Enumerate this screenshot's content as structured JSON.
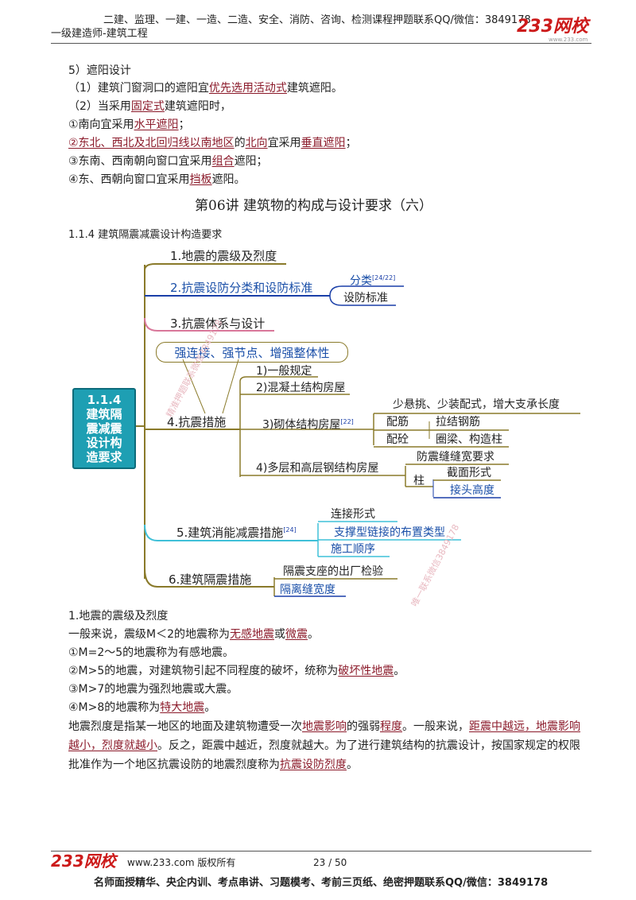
{
  "header": {
    "promo": "二建、监理、一建、一造、二造、安全、消防、咨询、检测课程押题联系QQ/微信：3849178",
    "subject": "一级建造师-建筑工程",
    "logo_text": "233网校",
    "logo_sub": "www.233.com"
  },
  "shading": {
    "heading": "5）遮阳设计",
    "line1_pre": "（1）建筑门窗洞口的遮阳宜",
    "line1_u": "优先选用活动式",
    "line1_post": "建筑遮阳。",
    "line2_pre": "（2）当采用",
    "line2_u": "固定式",
    "line2_post": "建筑遮阳时，",
    "item1_pre": "①南向宜采用",
    "item1_u": "水平遮阳",
    "item1_post": "；",
    "item2_u1": "②东北、西北及北回归线以南地区",
    "item2_mid": "的",
    "item2_u2": "北向",
    "item2_mid2": "宜采用",
    "item2_u3": "垂直遮阳",
    "item2_post": "；",
    "item3_pre": "③东南、西南朝向窗口宜采用",
    "item3_u": "组合",
    "item3_post": "遮阳；",
    "item4_pre": "④东、西朝向窗口宜采用",
    "item4_u": "挡板",
    "item4_post": "遮阳。"
  },
  "lecture_title": "第06讲  建筑物的构成与设计要求（六）",
  "section_title": "1.1.4 建筑隔震减震设计构造要求",
  "mindmap": {
    "root": "1.1.4\n建筑隔\n震减震\n设计构\n造要求",
    "n1": "1.地震的震级及烈度",
    "n2": "2.抗震设防分类和设防标准",
    "n2a": "分类",
    "n2a_sup": "[24/22]",
    "n2b": "设防标准",
    "n3": "3.抗震体系与设计",
    "n4_bubble": "强连接、强节点、增强整体性",
    "n4": "4.抗震措施",
    "n4a": "1)一般规定",
    "n4b": "2)混凝土结构房屋",
    "n4c": "3)砌体结构房屋",
    "n4c_sup": "[22]",
    "n4c1": "少悬挑、少装配式，增大支承长度",
    "n4c2a": "配筋",
    "n4c2b": "拉结钢筋",
    "n4c3a": "配砼",
    "n4c3b": "圈梁、构造柱",
    "n4d": "4)多层和高层钢结构房屋",
    "n4d1": "防震缝缝宽要求",
    "n4d2": "柱",
    "n4d2a": "截面形式",
    "n4d2b": "接头高度",
    "n5": "5.建筑消能减震措施",
    "n5_sup": "[24]",
    "n5a": "连接形式",
    "n5b": "支撑型链接的布置类型",
    "n5c": "施工顺序",
    "n6": "6.建筑隔震措施",
    "n6a": "隔震支座的出厂检验",
    "n6b": "隔离缝宽度"
  },
  "eq": {
    "heading": "1.地震的震级及烈度",
    "l1_pre": "一般来说，震级M＜2的地震称为",
    "l1_u1": "无感地震",
    "l1_mid": "或",
    "l1_u2": "微震",
    "l1_post": "。",
    "l2": "①M=2～5的地震称为有感地震。",
    "l3_pre": "②M>5的地震，对建筑物引起不同程度的破坏，统称为",
    "l3_u": "破坏性地震",
    "l3_post": "。",
    "l4": "③M>7的地震为强烈地震或大震。",
    "l5_pre": "④M>8的地震称为",
    "l5_u": "特大地震",
    "l5_post": "。",
    "p_a": "地震烈度是指某一地区的地面及建筑物遭受一次",
    "p_u1": "地震影响",
    "p_b": "的强弱",
    "p_u2": "程度",
    "p_c": "。一般来说，",
    "p_u3": "距震中越远，地震影响越小，烈度就越小",
    "p_d": "。反之，距震中越近，烈度就越大。为了进行建筑结构的抗震设计，按国家规定的权限批准作为一个地区抗震设防的地震烈度称为",
    "p_u4": "抗震设防烈度",
    "p_e": "。"
  },
  "watermarks": {
    "w1": "精准押题联系微信3849178",
    "w2": "唯一联系微信3849178"
  },
  "footer": {
    "logo_text": "233网校",
    "site": "www.233.com 版权所有",
    "page": "23 / 50",
    "promo": "名师面授精华、央企内训、考点串讲、习题模考、考前三页纸、绝密押题联系QQ/微信：3849178"
  }
}
